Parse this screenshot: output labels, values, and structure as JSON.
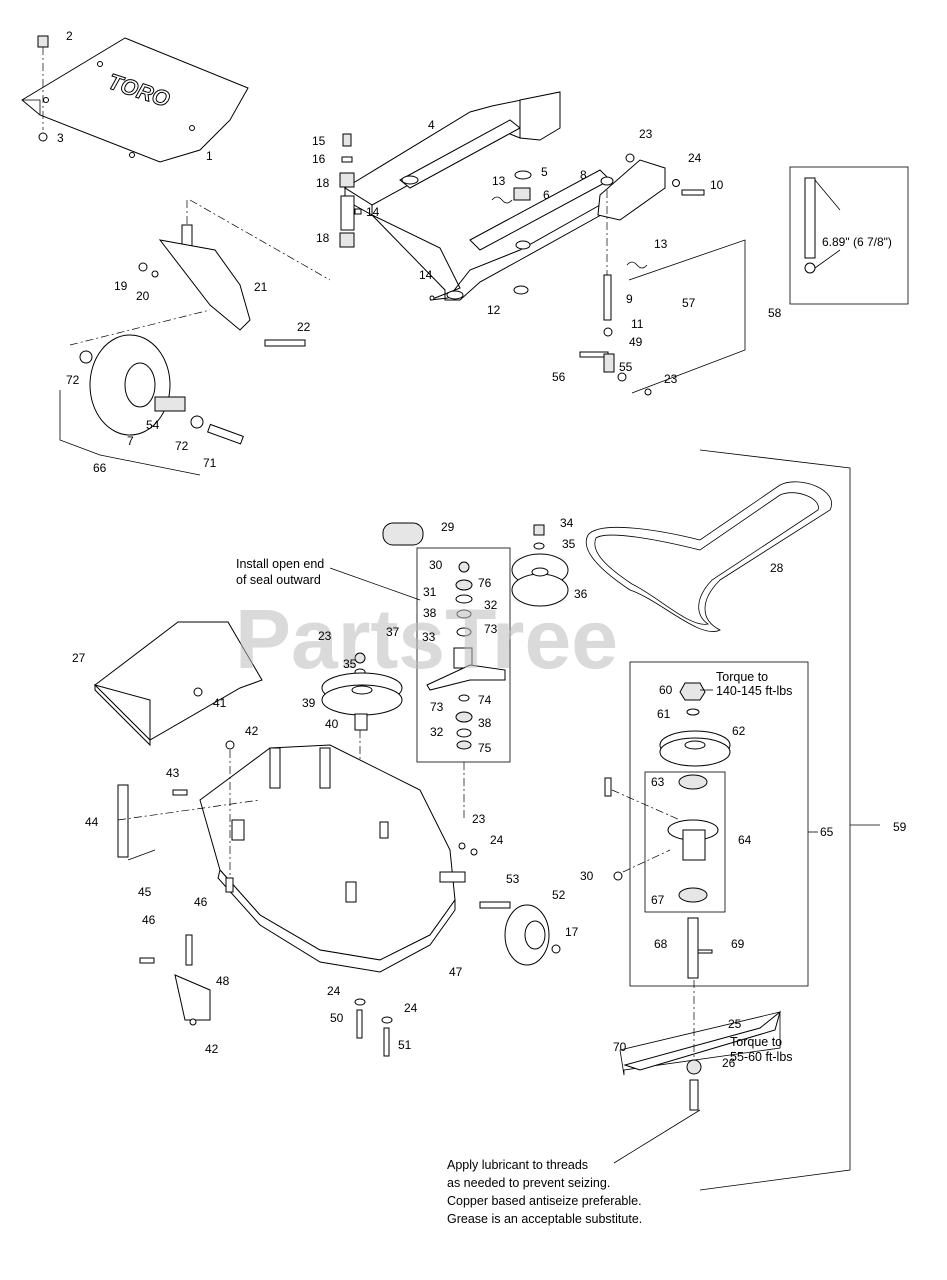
{
  "callouts": [
    "1",
    "2",
    "3",
    "4",
    "5",
    "6",
    "7",
    "8",
    "9",
    "10",
    "11",
    "12",
    "13",
    "13",
    "14",
    "14",
    "15",
    "16",
    "17",
    "18",
    "18",
    "19",
    "20",
    "21",
    "22",
    "23",
    "23",
    "23",
    "23",
    "24",
    "24",
    "24",
    "24",
    "25",
    "26",
    "27",
    "28",
    "29",
    "30",
    "30",
    "31",
    "32",
    "32",
    "33",
    "34",
    "35",
    "35",
    "36",
    "37",
    "38",
    "38",
    "39",
    "40",
    "41",
    "42",
    "42",
    "43",
    "44",
    "45",
    "46",
    "46",
    "47",
    "48",
    "49",
    "50",
    "51",
    "52",
    "53",
    "54",
    "55",
    "56",
    "57",
    "58",
    "59",
    "60",
    "61",
    "62",
    "63",
    "64",
    "65",
    "66",
    "67",
    "68",
    "69",
    "70",
    "71",
    "72",
    "72",
    "73",
    "73",
    "74",
    "75",
    "76"
  ],
  "notes": {
    "seal_line1": "Install open end",
    "seal_line2": "of seal outward",
    "torque_top_line1": "Torque to",
    "torque_top_line2": "140-145 ft-lbs",
    "torque_bottom_line1": "Torque to",
    "torque_bottom_line2": "55-60 ft-lbs",
    "lube_line1": "Apply lubricant to threads",
    "lube_line2": "as needed to prevent seizing.",
    "lube_line3": "Copper based antiseize preferable.",
    "lube_line4": "Grease is an acceptable substitute.",
    "dimension": "6.89\" (6 7/8\")"
  },
  "watermark": "PartsTree",
  "colors": {
    "ink": "#000000",
    "watermark": "#bdbdbd",
    "background": "#ffffff"
  }
}
